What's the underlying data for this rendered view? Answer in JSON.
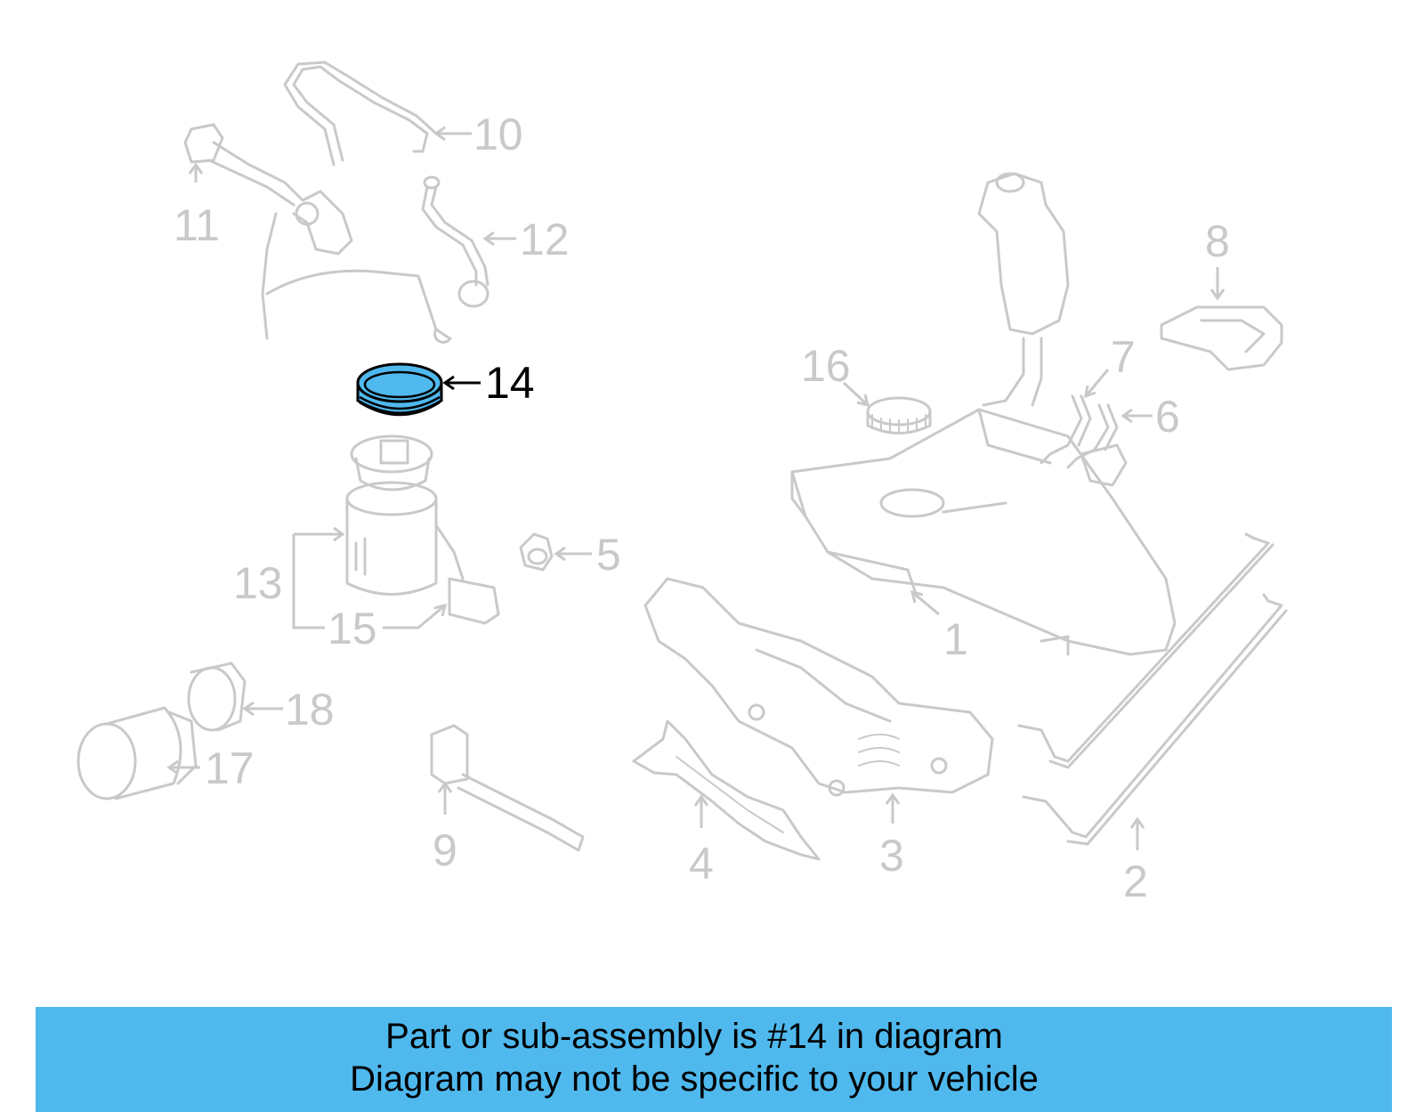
{
  "diagram": {
    "highlight_color": "#4fb9ee",
    "ghost_color": "#c9c9c9",
    "callouts": {
      "c1": "1",
      "c2": "2",
      "c3": "3",
      "c4": "4",
      "c5": "5",
      "c6": "6",
      "c7": "7",
      "c8": "8",
      "c9": "9",
      "c10": "10",
      "c11": "11",
      "c12": "12",
      "c13": "13",
      "c14": "14",
      "c15": "15",
      "c16": "16",
      "c17": "17",
      "c18": "18"
    },
    "highlighted_part": "14"
  },
  "banner": {
    "background": "#4fb9ee",
    "line1": "Part or sub-assembly is #14 in diagram",
    "line2": "Diagram may not be specific to your vehicle"
  }
}
